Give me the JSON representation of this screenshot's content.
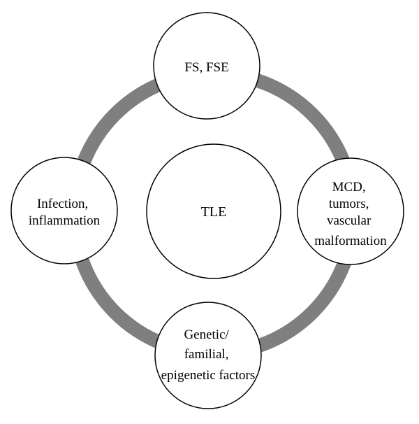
{
  "diagram": {
    "center": {
      "lines": [
        "TLE"
      ]
    },
    "nodes": {
      "top": {
        "lines": [
          "FS, FSE"
        ]
      },
      "right": {
        "lines": [
          "MCD,",
          "tumors,",
          "vascular",
          "malformation"
        ]
      },
      "bottom": {
        "lines": [
          "Genetic/",
          "familial,",
          "epigenetic factors"
        ]
      },
      "left": {
        "lines": [
          "Infection,",
          "inflammation"
        ]
      }
    },
    "colors": {
      "ring": "#7f7f7f",
      "circle_fill": "#ffffff",
      "circle_stroke": "#000000",
      "text": "#000000"
    }
  }
}
